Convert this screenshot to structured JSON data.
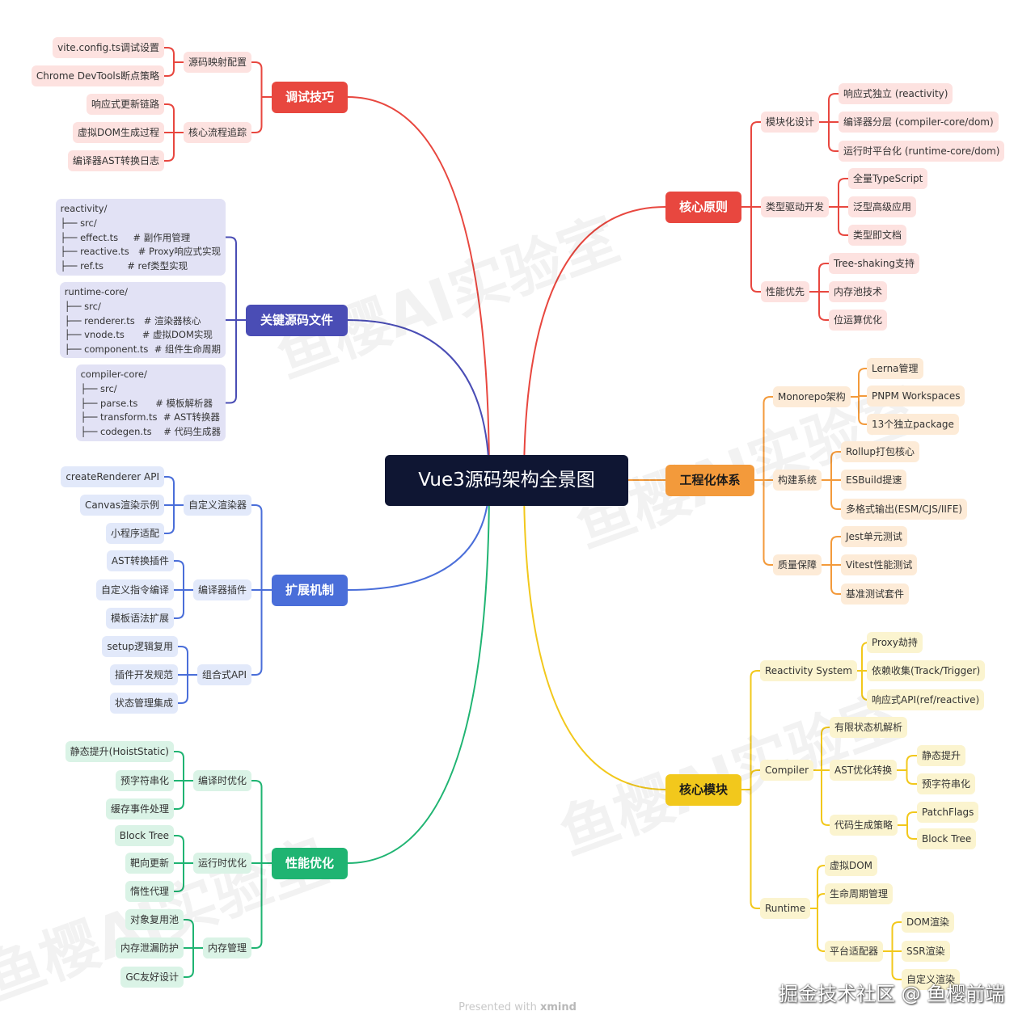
{
  "title": "Vue3源码架构全景图",
  "branches": [
    {
      "label": "调试技巧",
      "color": "#e8473f",
      "tint": "#fde2e0",
      "side": "left",
      "children": [
        {
          "label": "源码映射配置",
          "children": [
            {
              "label": "vite.config.ts调试设置"
            },
            {
              "label": "Chrome DevTools断点策略"
            }
          ]
        },
        {
          "label": "核心流程追踪",
          "children": [
            {
              "label": "响应式更新链路"
            },
            {
              "label": "虚拟DOM生成过程"
            },
            {
              "label": "编译器AST转换日志"
            }
          ]
        }
      ]
    },
    {
      "label": "关键源码文件",
      "color": "#4a4db5",
      "tint": "#e2e2f5",
      "side": "left",
      "children": [
        {
          "code": [
            "reactivity/",
            "├── src/",
            "├── effect.ts     # 副作用管理",
            "├── reactive.ts   # Proxy响应式实现",
            "├── ref.ts        # ref类型实现"
          ]
        },
        {
          "code": [
            "runtime-core/",
            "├── src/",
            "├── renderer.ts   # 渲染器核心",
            "├── vnode.ts      # 虚拟DOM实现",
            "├── component.ts  # 组件生命周期"
          ]
        },
        {
          "code": [
            "compiler-core/",
            "├── src/",
            "├── parse.ts      # 模板解析器",
            "├── transform.ts  # AST转换器",
            "├── codegen.ts    # 代码生成器"
          ]
        }
      ]
    },
    {
      "label": "扩展机制",
      "color": "#4a6ed9",
      "tint": "#e2e9fa",
      "side": "left",
      "children": [
        {
          "label": "自定义渲染器",
          "children": [
            {
              "label": "createRenderer API"
            },
            {
              "label": "Canvas渲染示例"
            },
            {
              "label": "小程序适配"
            }
          ]
        },
        {
          "label": "编译器插件",
          "children": [
            {
              "label": "AST转换插件"
            },
            {
              "label": "自定义指令编译"
            },
            {
              "label": "模板语法扩展"
            }
          ]
        },
        {
          "label": "组合式API",
          "children": [
            {
              "label": "setup逻辑复用"
            },
            {
              "label": "插件开发规范"
            },
            {
              "label": "状态管理集成"
            }
          ]
        }
      ]
    },
    {
      "label": "性能优化",
      "color": "#1fb472",
      "tint": "#daf3e6",
      "side": "left",
      "children": [
        {
          "label": "编译时优化",
          "children": [
            {
              "label": "静态提升(HoistStatic)"
            },
            {
              "label": "预字符串化"
            },
            {
              "label": "缓存事件处理"
            }
          ]
        },
        {
          "label": "运行时优化",
          "children": [
            {
              "label": "Block Tree"
            },
            {
              "label": "靶向更新"
            },
            {
              "label": "惰性代理"
            }
          ]
        },
        {
          "label": "内存管理",
          "children": [
            {
              "label": "对象复用池"
            },
            {
              "label": "内存泄漏防护"
            },
            {
              "label": "GC友好设计"
            }
          ]
        }
      ]
    },
    {
      "label": "核心原则",
      "color": "#e8473f",
      "tint": "#fde2e0",
      "side": "right",
      "children": [
        {
          "label": "模块化设计",
          "children": [
            {
              "label": "响应式独立 (reactivity)"
            },
            {
              "label": "编译器分层 (compiler-core/dom)"
            },
            {
              "label": "运行时平台化 (runtime-core/dom)"
            }
          ]
        },
        {
          "label": "类型驱动开发",
          "children": [
            {
              "label": "全量TypeScript"
            },
            {
              "label": "泛型高级应用"
            },
            {
              "label": "类型即文档"
            }
          ]
        },
        {
          "label": "性能优先",
          "children": [
            {
              "label": "Tree-shaking支持"
            },
            {
              "label": "内存池技术"
            },
            {
              "label": "位运算优化"
            }
          ]
        }
      ]
    },
    {
      "label": "工程化体系",
      "color": "#f39a3b",
      "tint": "#fdebd7",
      "side": "right",
      "textColor": "#1a1a1a",
      "children": [
        {
          "label": "Monorepo架构",
          "children": [
            {
              "label": "Lerna管理"
            },
            {
              "label": "PNPM Workspaces"
            },
            {
              "label": "13个独立package"
            }
          ]
        },
        {
          "label": "构建系统",
          "children": [
            {
              "label": "Rollup打包核心"
            },
            {
              "label": "ESBuild提速"
            },
            {
              "label": "多格式输出(ESM/CJS/IIFE)"
            }
          ]
        },
        {
          "label": "质量保障",
          "children": [
            {
              "label": "Jest单元测试"
            },
            {
              "label": "Vitest性能测试"
            },
            {
              "label": "基准测试套件"
            }
          ]
        }
      ]
    },
    {
      "label": "核心模块",
      "color": "#f2c81c",
      "tint": "#fbf4cf",
      "side": "right",
      "textColor": "#1a1a1a",
      "children": [
        {
          "label": "Reactivity System",
          "children": [
            {
              "label": "Proxy劫持"
            },
            {
              "label": "依赖收集(Track/Trigger)"
            },
            {
              "label": "响应式API(ref/reactive)"
            }
          ]
        },
        {
          "label": "Compiler",
          "children": [
            {
              "label": "有限状态机解析"
            },
            {
              "label": "AST优化转换",
              "children": [
                {
                  "label": "静态提升"
                },
                {
                  "label": "预字符串化"
                }
              ]
            },
            {
              "label": "代码生成策略",
              "children": [
                {
                  "label": "PatchFlags"
                },
                {
                  "label": "Block Tree"
                }
              ]
            }
          ]
        },
        {
          "label": "Runtime",
          "children": [
            {
              "label": "虚拟DOM"
            },
            {
              "label": "生命周期管理"
            },
            {
              "label": "平台适配器",
              "children": [
                {
                  "label": "DOM渲染"
                },
                {
                  "label": "SSR渲染"
                },
                {
                  "label": "自定义渲染"
                }
              ]
            }
          ]
        }
      ]
    }
  ],
  "watermark": "鱼樱AI实验室",
  "signature": "掘金技术社区 @ 鱼樱前端",
  "footer": {
    "prefix": "Presented with ",
    "brand": "xmind"
  }
}
